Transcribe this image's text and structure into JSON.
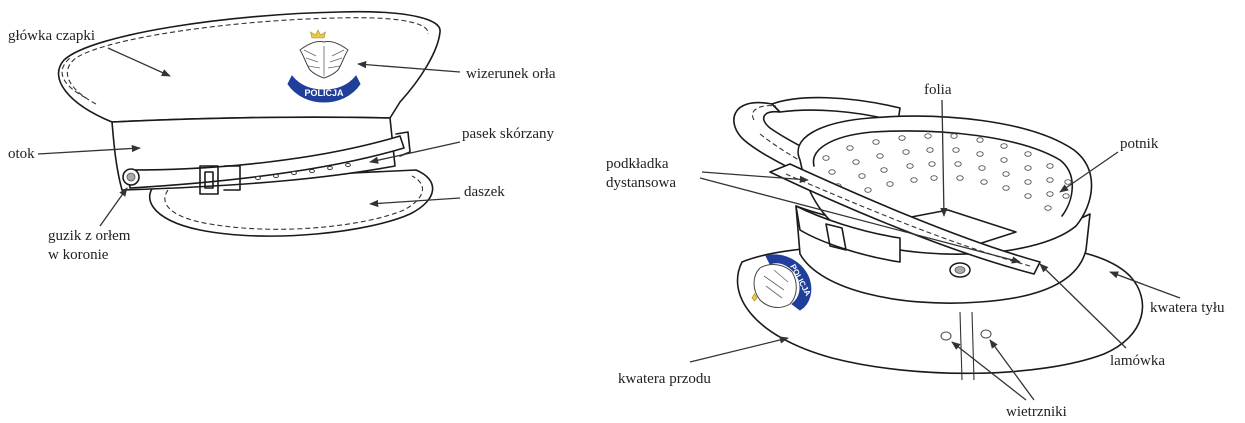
{
  "left_cap": {
    "labels": {
      "glowka": "główka czapki",
      "wizerunek": "wizerunek orła",
      "otok": "otok",
      "pasek": "pasek skórzany",
      "daszek": "daszek",
      "guzik_line1": "guzik z orłem",
      "guzik_line2": "w koronie"
    },
    "emblem_text": "POLICJA"
  },
  "right_cap": {
    "labels": {
      "folia": "folia",
      "potnik": "potnik",
      "podkladka_line1": "podkładka",
      "podkladka_line2": "dystansowa",
      "kwatera_tylu": "kwatera tyłu",
      "lamowka": "lamówka",
      "kwatera_przodu": "kwatera przodu",
      "wietrzniki": "wietrzniki"
    },
    "emblem_text": "POLICJA"
  },
  "colors": {
    "line": "#1a1a1a",
    "emblem_blue": "#1f3f9a",
    "crown_gold": "#e8c84a"
  }
}
